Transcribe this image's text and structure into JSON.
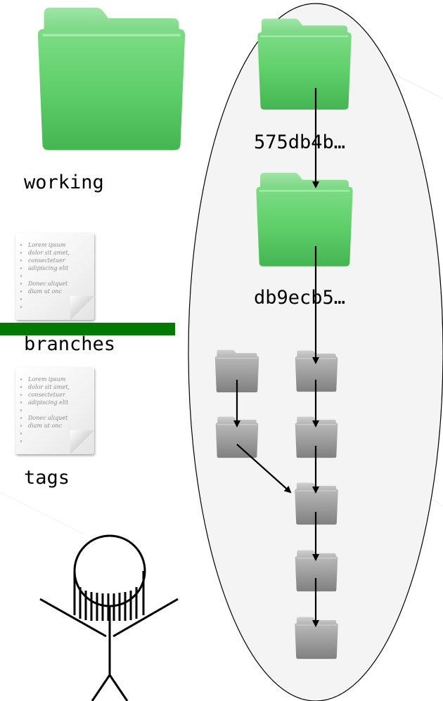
{
  "labels": {
    "working": "working",
    "commit_top": "575db4b…",
    "commit_second": "db9ecb5…",
    "branches": "branches",
    "tags": "tags"
  },
  "documents": {
    "branches_doc": {
      "line_1": "Lorem ipsum",
      "line_2": "dolor sit amet,",
      "line_3": "consectetuer",
      "line_4": "adipiscing elit",
      "line_5": "Donec aliquet",
      "line_6": "diam ut onc"
    },
    "tags_doc": {
      "line_1": "Lorem ipsum",
      "line_2": "dolor sit amet,",
      "line_3": "consectetuer",
      "line_4": "adipiscing elit",
      "line_5": "Donec aliquet",
      "line_6": "diam ut onc"
    }
  },
  "colors": {
    "folder_green": "#5fcf6a",
    "folder_gray": "#9a9a9a",
    "branch_line": "#007a00",
    "arrow": "#000000",
    "ellipse_fill": "#f4f4f4"
  }
}
